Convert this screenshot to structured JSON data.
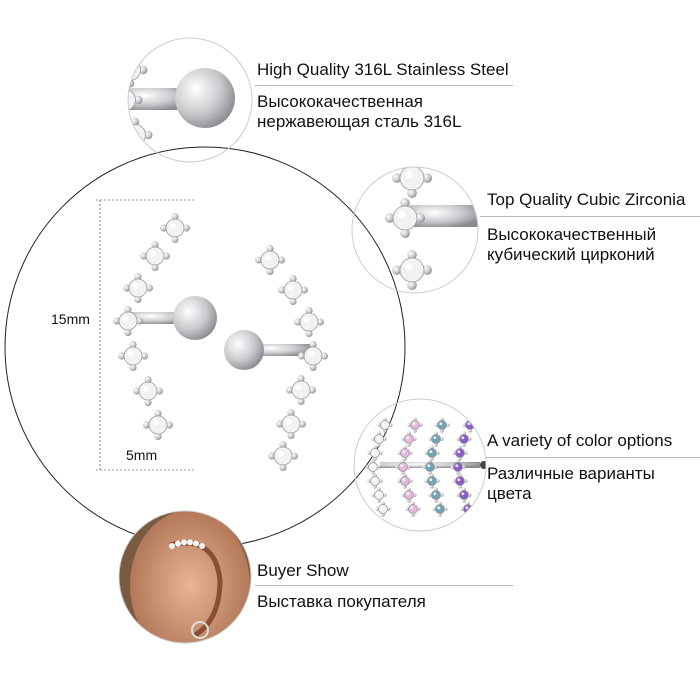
{
  "features": [
    {
      "title": "High Quality 316L Stainless Steel",
      "subtitle_lines": [
        "Высококачественная",
        "нержавеющая сталь 316L"
      ]
    },
    {
      "title": "Top Quality Cubic Zirconia",
      "subtitle_lines": [
        "Высококачественный",
        "кубический цирконий"
      ]
    },
    {
      "title": "A variety of color options",
      "subtitle_lines": [
        "Различные варианты",
        "цвета"
      ]
    },
    {
      "title": "Buyer Show",
      "subtitle_lines": [
        "Выставка покупателя"
      ]
    }
  ],
  "dimensions": {
    "height_label": "15mm",
    "width_label": "5mm"
  },
  "colors": {
    "silver": "#d8d8dc",
    "clear_stone": "#f2f2f4",
    "pink": "#e6b6e0",
    "blue": "#6fa3b5",
    "purple": "#8a5cc8",
    "skin": "#d9a07c"
  }
}
